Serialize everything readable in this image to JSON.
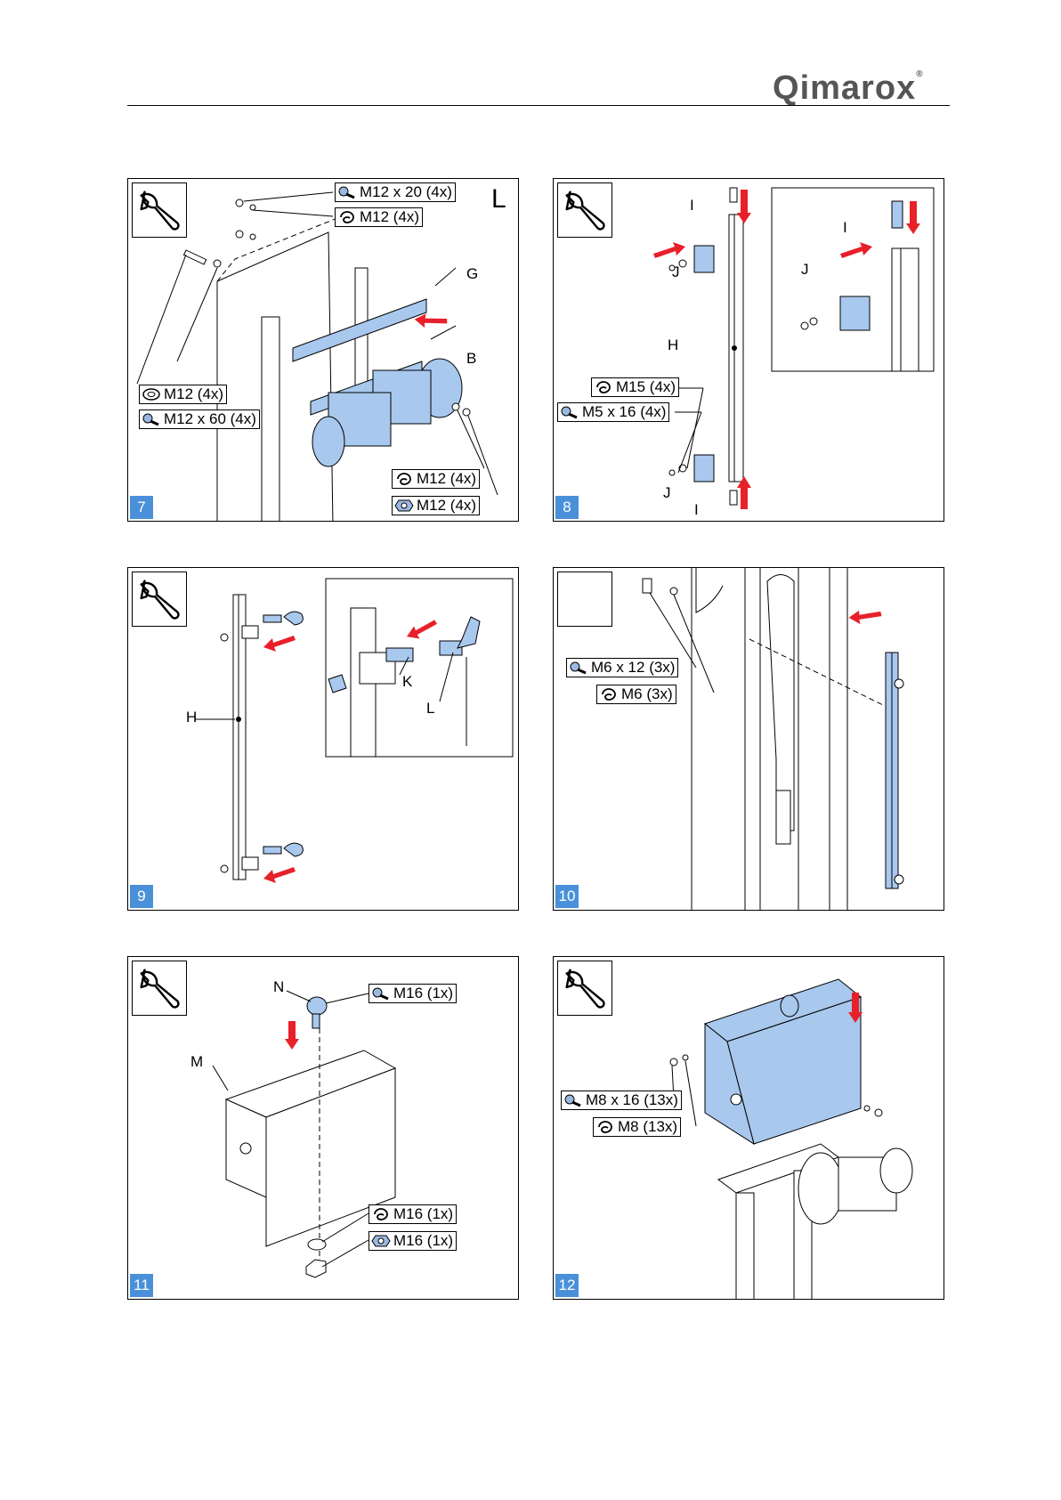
{
  "logo": {
    "text": "Qimarox",
    "display": "imarox",
    "mark": "Q",
    "reg": "®"
  },
  "panels": [
    {
      "number": "7",
      "letter": "L",
      "tags": [
        "M12 x 20 (4x)",
        "M12 (4x)",
        "M12 (4x)",
        "M12 x 60 (4x)",
        "M12 (4x)",
        "M12 (4x)"
      ],
      "labels": [
        "G",
        "B"
      ]
    },
    {
      "number": "8",
      "tags": [
        "M15 (4x)",
        "M5 x 16 (4x)"
      ],
      "labels": [
        "I",
        "J",
        "H",
        "J",
        "I",
        "I",
        "J"
      ]
    },
    {
      "number": "9",
      "labels": [
        "H",
        "K",
        "L"
      ]
    },
    {
      "number": "10",
      "tags": [
        "M6 x 12 (3x)",
        "M6 (3x)"
      ]
    },
    {
      "number": "11",
      "tags": [
        "M16 (1x)",
        "M16 (1x)",
        "M16 (1x)"
      ],
      "labels": [
        "N",
        "M"
      ]
    },
    {
      "number": "12",
      "tags": [
        "M8 x 16 (13x)",
        "M8 (13x)"
      ]
    }
  ],
  "colors": {
    "accent_blue": "#4a90d9",
    "part_blue": "#a9c8ee",
    "arrow_red": "#e8202a"
  }
}
